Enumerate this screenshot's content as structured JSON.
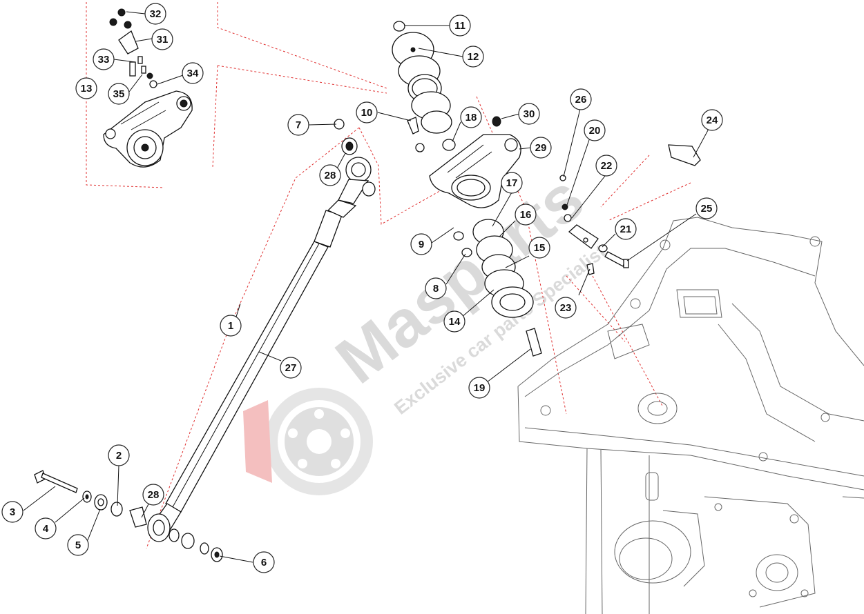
{
  "diagram": {
    "callouts": [
      "1",
      "2",
      "3",
      "4",
      "5",
      "6",
      "7",
      "8",
      "9",
      "10",
      "11",
      "12",
      "13",
      "14",
      "15",
      "16",
      "17",
      "18",
      "19",
      "20",
      "21",
      "22",
      "23",
      "24",
      "25",
      "26",
      "27",
      "28",
      "28",
      "29",
      "30",
      "31",
      "32",
      "33",
      "34",
      "35"
    ]
  },
  "watermark": {
    "brand": "Masparts",
    "tagline": "Exclusive car parts Specialist",
    "brand_color": "#d6d6d6",
    "accent_color": "#f3b8b8"
  }
}
